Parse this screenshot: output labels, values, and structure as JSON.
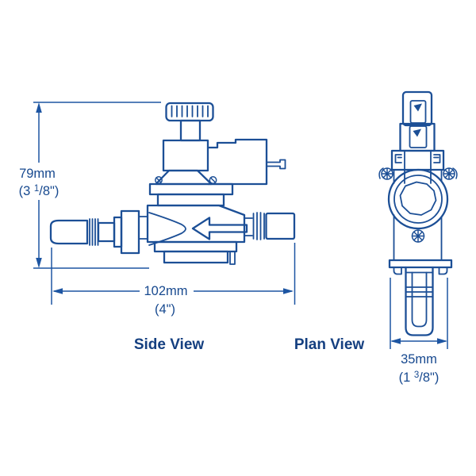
{
  "drawing": {
    "background": "#ffffff",
    "line_color": "#1c4f96",
    "dim_color": "#1d55a2",
    "text_color": "#17498f",
    "label_color": "#143f80"
  },
  "side_view": {
    "label": "Side View",
    "height_dim": {
      "metric": "79mm",
      "imperial_open": "(3 ",
      "imperial_frac_numerator": "1",
      "imperial_frac_rest": "/8\")"
    },
    "width_dim": {
      "metric": "102mm",
      "imperial": "(4\")"
    }
  },
  "plan_view": {
    "label": "Plan View",
    "width_dim": {
      "metric": "35mm",
      "imperial_open": "(1 ",
      "imperial_frac_numerator": "3",
      "imperial_frac_rest": "/8\")"
    }
  }
}
